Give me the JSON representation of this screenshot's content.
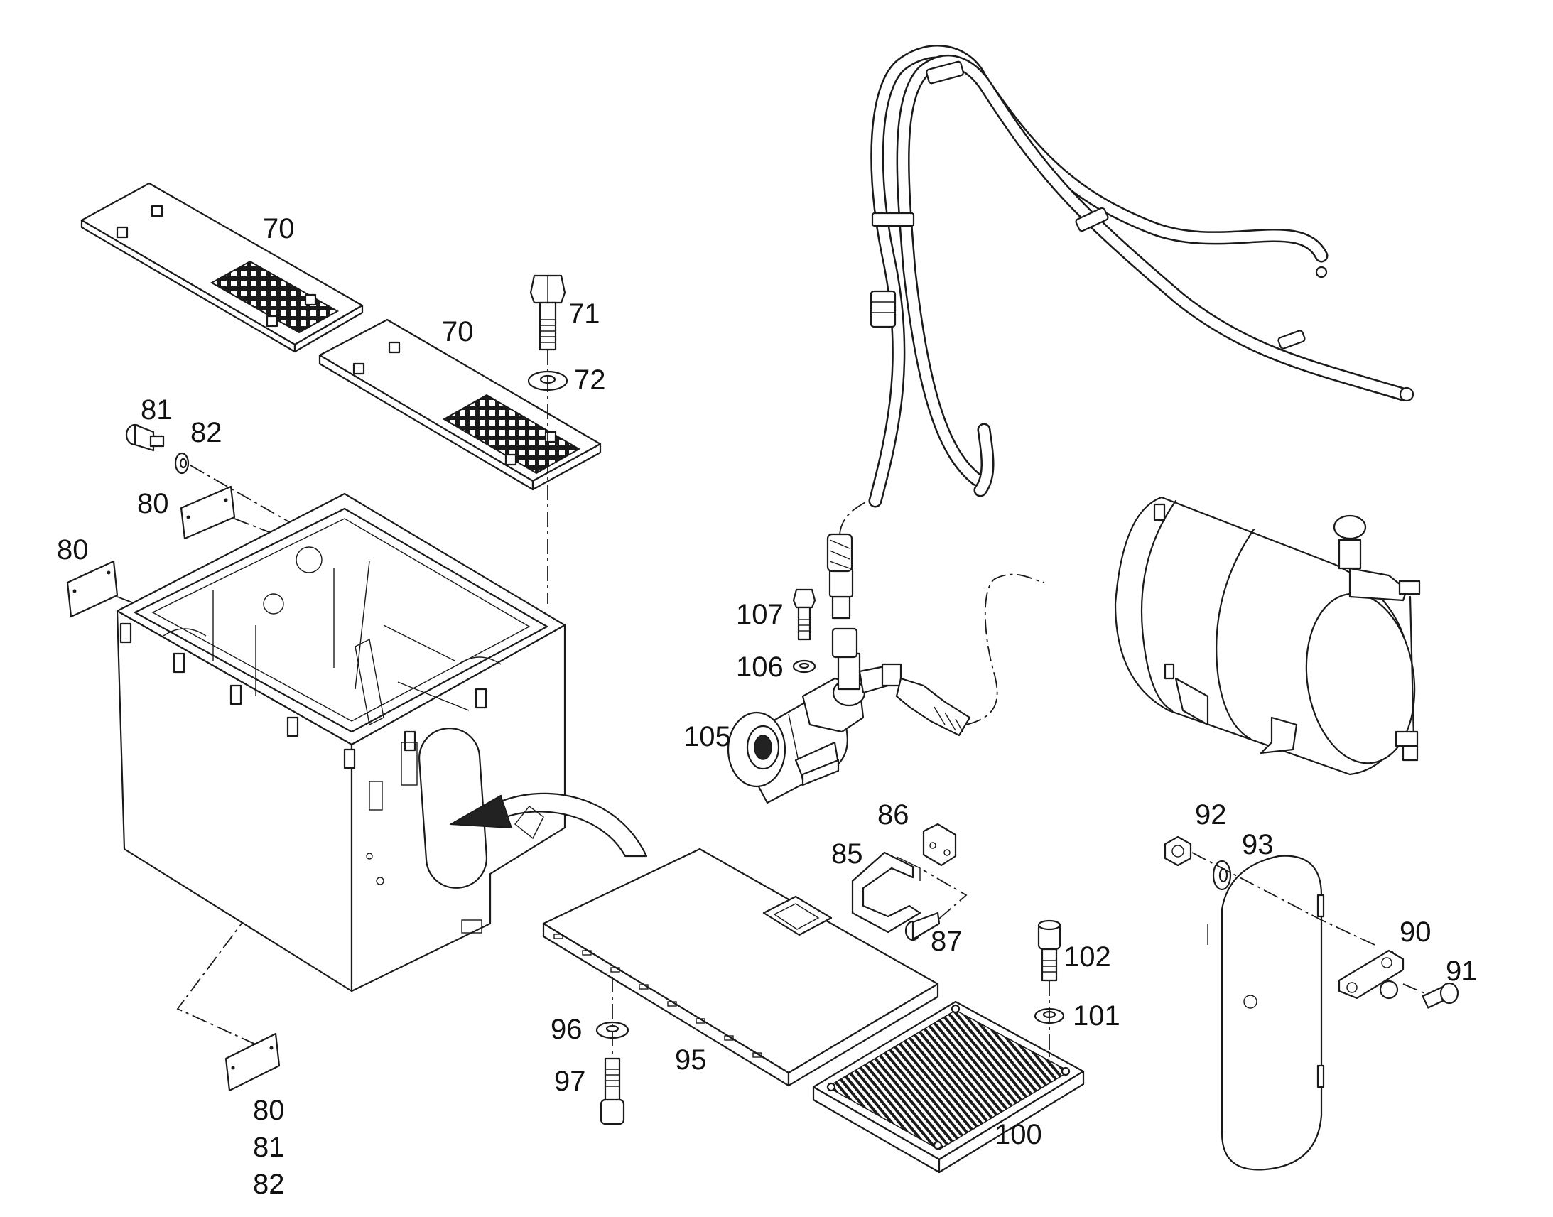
{
  "callouts": {
    "c70a": "70",
    "c70b": "70",
    "c71": "71",
    "c72": "72",
    "c81": "81",
    "c82": "82",
    "c80a": "80",
    "c80b": "80",
    "c80c": "80",
    "c81b": "81",
    "c82b": "82",
    "c107": "107",
    "c106": "106",
    "c105": "105",
    "c86": "86",
    "c85": "85",
    "c87": "87",
    "c92": "92",
    "c93": "93",
    "c90": "90",
    "c91": "91",
    "c102": "102",
    "c101": "101",
    "c96": "96",
    "c97": "97",
    "c95": "95",
    "c100": "100"
  },
  "colors": {
    "line": "#1a1a1a",
    "background": "#ffffff"
  }
}
